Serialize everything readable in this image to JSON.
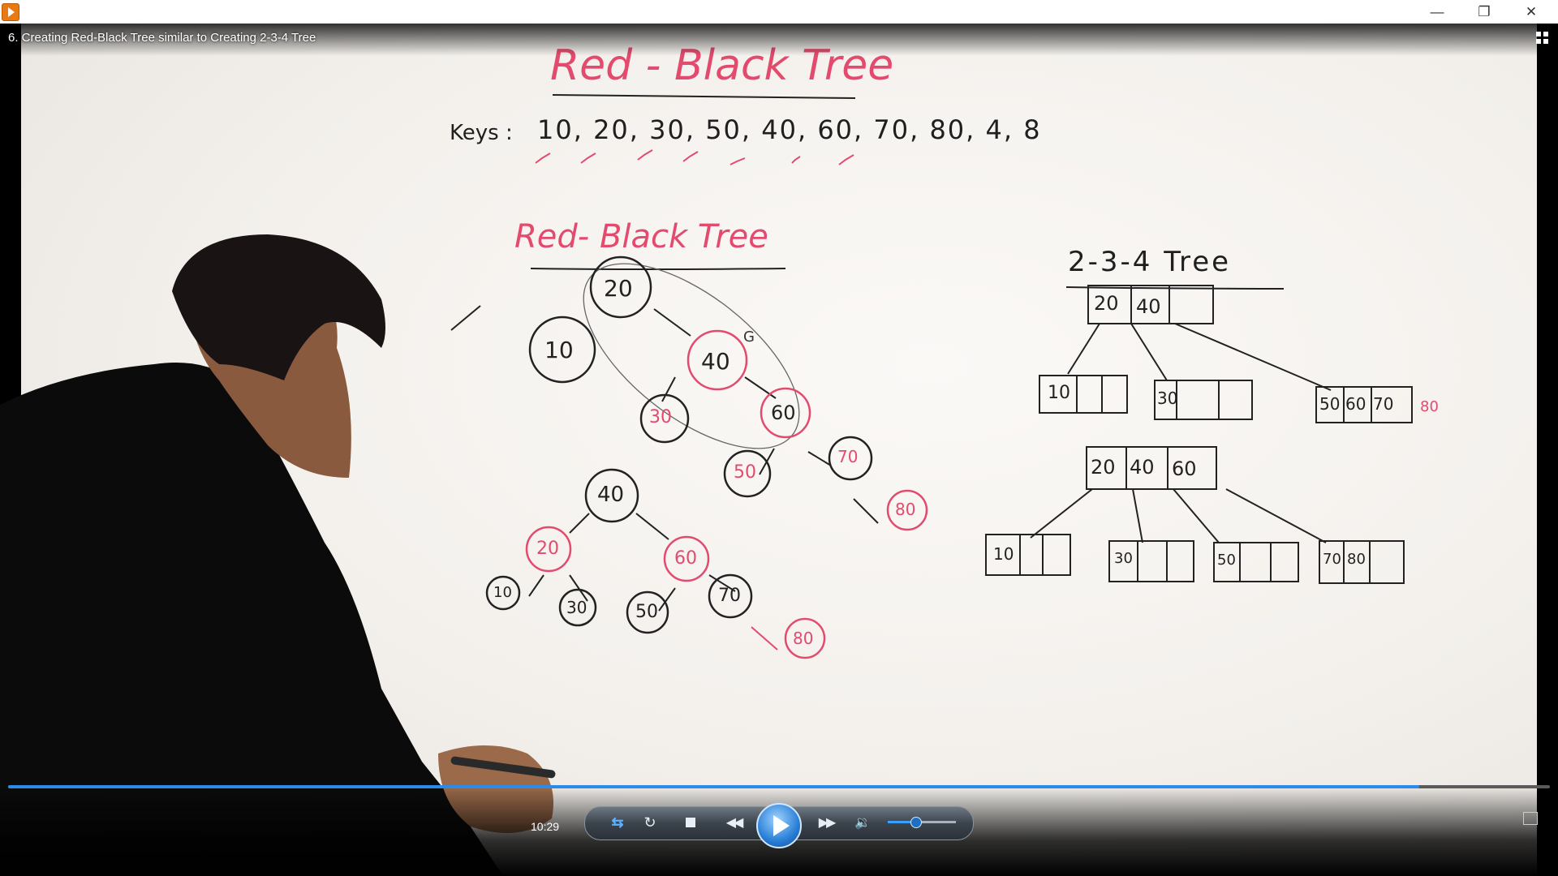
{
  "window": {
    "minimize_glyph": "—",
    "restore_glyph": "❐",
    "close_glyph": "✕"
  },
  "video": {
    "title": "6. Creating Red-Black Tree similar to Creating 2-3-4 Tree"
  },
  "board": {
    "heading": "Red - Black Tree",
    "keys_label": "Keys :",
    "keys": "10, 20, 30, 50, 40, 60, 70, 80, 4, 8",
    "rb_heading": "Red- Black Tree",
    "tree234_heading": "2-3-4 Tree",
    "rb_tree1": {
      "n20": "20",
      "n10": "10",
      "n40": "40",
      "n30": "30",
      "n60": "60",
      "n50": "50",
      "n70": "70",
      "n80": "80",
      "mark_g": "G"
    },
    "rb_tree2": {
      "n40": "40",
      "n20": "20",
      "n60": "60",
      "n10": "10",
      "n30": "30",
      "n50": "50",
      "n70": "70",
      "n80": "80"
    },
    "t234_1": {
      "root_a": "20",
      "root_b": "40",
      "left": "10",
      "mid": "30",
      "right_a": "50",
      "right_b": "60",
      "right_c": "70",
      "extra": "80"
    },
    "t234_2": {
      "root_a": "20",
      "root_b": "40",
      "root_c": "60",
      "c1": "10",
      "c2": "30",
      "c3": "50",
      "c4a": "70",
      "c4b": "80"
    }
  },
  "player": {
    "time": "10:29",
    "progress": 0.915,
    "volume": 0.4,
    "accent": "#2c8be8",
    "icons": [
      "switch-view-icon",
      "repeat-icon",
      "stop-icon",
      "rewind-icon",
      "play-icon",
      "fast-forward-icon",
      "volume-icon",
      "fullscreen-icon"
    ]
  }
}
